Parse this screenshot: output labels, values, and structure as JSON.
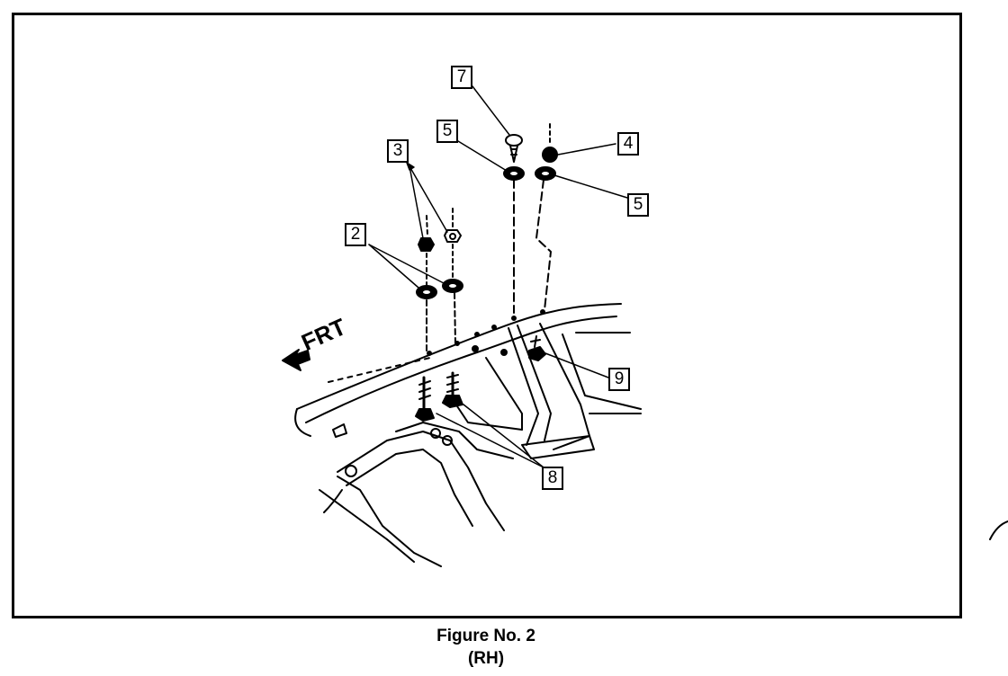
{
  "figure": {
    "caption": "Figure No. 2",
    "subcaption": "(RH)",
    "direction_label": "FRT"
  },
  "callouts": {
    "c2": "2",
    "c3": "3",
    "c4": "4",
    "c5_left": "5",
    "c5_right": "5",
    "c7": "7",
    "c8": "8",
    "c9": "9"
  },
  "colors": {
    "ink": "#000000",
    "paper": "#ffffff"
  }
}
